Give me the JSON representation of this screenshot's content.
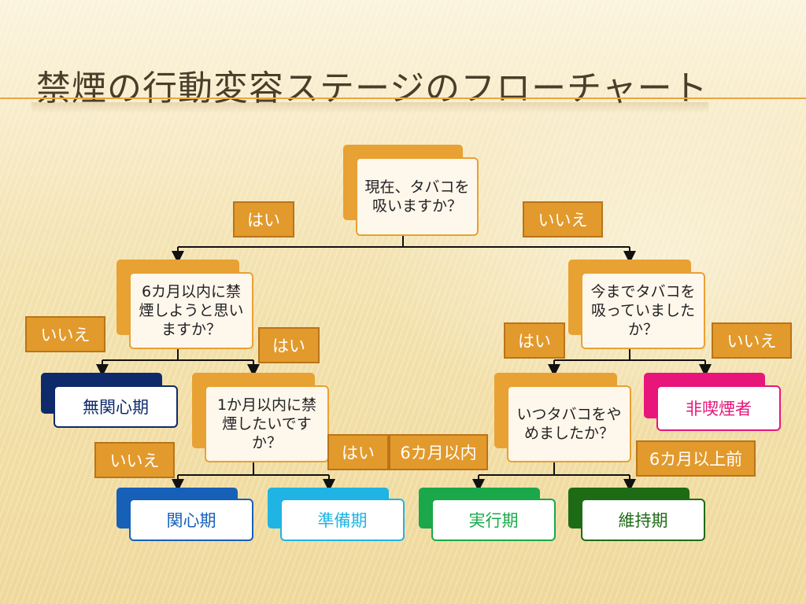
{
  "title": "禁煙の行動変容ステージのフローチャート",
  "questions": {
    "q1": "現在、タバコを吸いますか？",
    "q2": "6カ月以内に禁煙しようと思いますか？",
    "q3": "今までタバコを吸っていましたか？",
    "q4": "1か月以内に禁煙したいですか？",
    "q5": "いつタバコをやめましたか？"
  },
  "labels": {
    "q1_yes": "はい",
    "q1_no": "いいえ",
    "q2_no": "いいえ",
    "q2_yes": "はい",
    "q3_yes": "はい",
    "q3_no": "いいえ",
    "q4_no": "いいえ",
    "q4_yes": "はい",
    "q5_within": "6カ月以内",
    "q5_over": "6カ月以上前"
  },
  "results": {
    "mukanshin": "無関心期",
    "hikitsuen": "非喫煙者",
    "kanshin": "関心期",
    "junbi": "準備期",
    "jikko": "実行期",
    "iji": "維持期"
  },
  "colors": {
    "question": "#e8a133",
    "label": "#e29a2c",
    "mukanshin": "#0e2a6b",
    "hikitsuen": "#e8157a",
    "kanshin": "#1660b8",
    "junbi": "#1fb4e3",
    "jikko": "#1aa84a",
    "iji": "#1e6b16"
  }
}
